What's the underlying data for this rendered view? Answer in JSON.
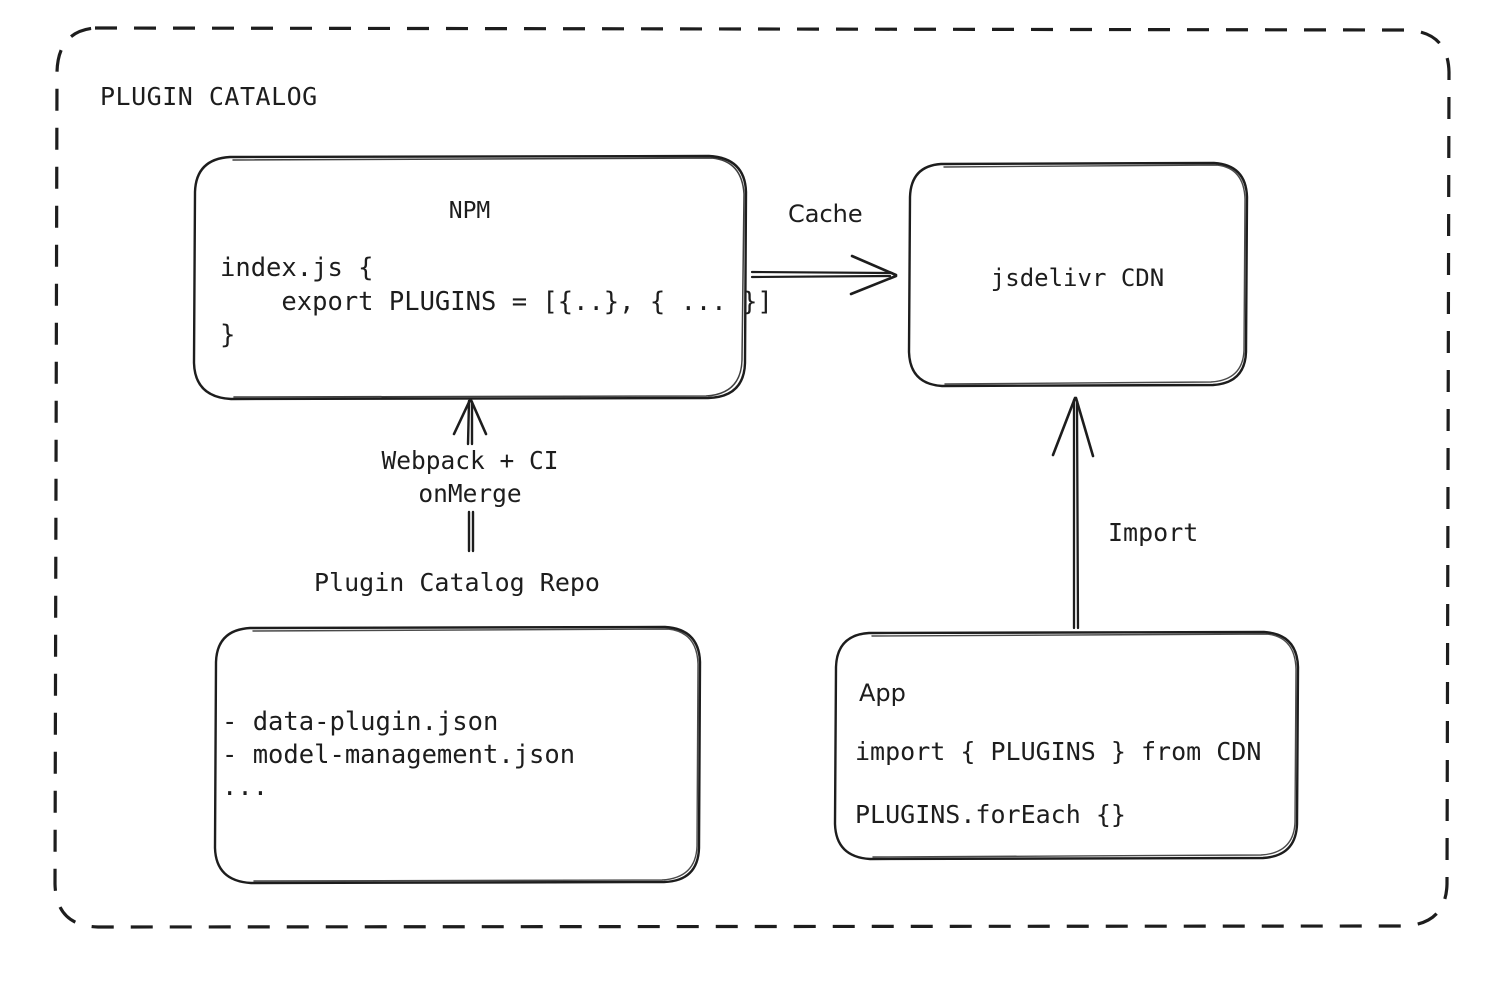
{
  "diagram": {
    "title": "PLUGIN CATALOG",
    "background": "#ffffff",
    "stroke": "#1d1d1d"
  },
  "nodes": {
    "npm": {
      "title": "NPM",
      "code": "index.js {\n    export PLUGINS = [{..}, { ... }]\n}"
    },
    "cdn": {
      "title": "jsdelivr CDN"
    },
    "repo": {
      "title": "Plugin Catalog Repo",
      "files": "- data-plugin.json\n- model-management.json\n..."
    },
    "app": {
      "title": "App",
      "line1": "import { PLUGINS } from CDN",
      "line2": "PLUGINS.forEach {}"
    }
  },
  "edges": {
    "cache": "Cache",
    "webpack": "Webpack + CI\nonMerge",
    "import": "Import"
  }
}
